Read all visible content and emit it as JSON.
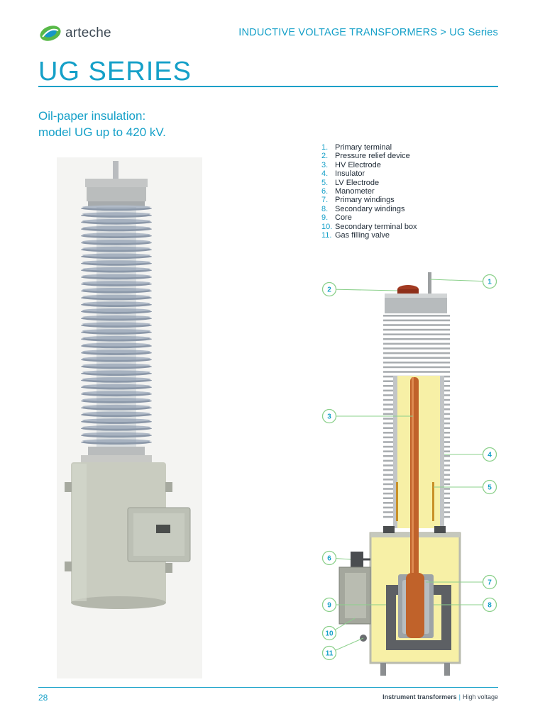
{
  "header": {
    "logo_text": "arteche",
    "breadcrumb": "INDUCTIVE VOLTAGE TRANSFORMERS > UG Series"
  },
  "title": "UG SERIES",
  "subtitle": {
    "line1": "Oil-paper insulation:",
    "line2": "model UG up to 420 kV."
  },
  "legend": [
    {
      "num": "1.",
      "label": "Primary terminal"
    },
    {
      "num": "2.",
      "label": "Pressure relief device"
    },
    {
      "num": "3.",
      "label": "HV Electrode"
    },
    {
      "num": "4.",
      "label": "Insulator"
    },
    {
      "num": "5.",
      "label": "LV Electrode"
    },
    {
      "num": "6.",
      "label": "Manometer"
    },
    {
      "num": "7.",
      "label": "Primary windings"
    },
    {
      "num": "8.",
      "label": "Secondary windings"
    },
    {
      "num": "9.",
      "label": "Core"
    },
    {
      "num": "10.",
      "label": "Secondary terminal box"
    },
    {
      "num": "11.",
      "label": "Gas filling valve"
    }
  ],
  "callouts": [
    "1",
    "2",
    "3",
    "4",
    "5",
    "6",
    "7",
    "8",
    "9",
    "10",
    "11"
  ],
  "footer": {
    "page_number": "28",
    "section": "Instrument transformers",
    "subsection": "High voltage"
  },
  "colors": {
    "accent": "#15a0c8",
    "text": "#1e2a36",
    "callout_line": "#8bd08b",
    "oil": "#f7f0a6",
    "conductor": "#c0622a"
  }
}
